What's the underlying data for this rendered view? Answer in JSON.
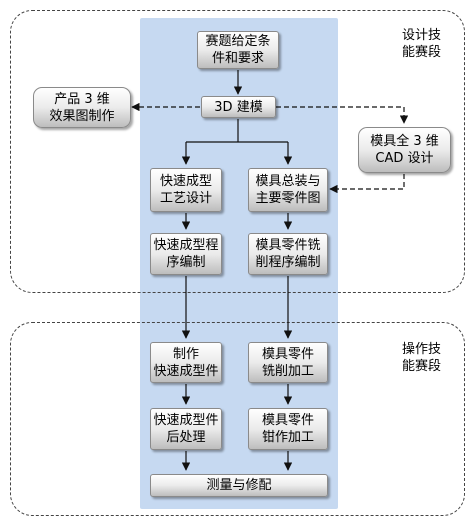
{
  "sections": {
    "design_label": "设计技\n能赛段",
    "operation_label": "操作技\n能赛段"
  },
  "nodes": {
    "given_conditions": "赛题给定条\n件和要求",
    "modeling_3d": "3D 建模",
    "product_rendering": "产品 3 维\n效果图制作",
    "mold_cad": "模具全 3 维\nCAD 设计",
    "rp_process_design": "快速成型\n工艺设计",
    "mold_assembly_drawing": "模具总装与\n主要零件图",
    "rp_programming": "快速成型程\n序编制",
    "mold_milling_programming": "模具零件铣\n削程序编制",
    "make_rp_part": "制作\n快速成型件",
    "mold_milling": "模具零件\n铣削加工",
    "rp_postprocess": "快速成型件\n后处理",
    "mold_bench_work": "模具零件\n钳作加工",
    "measure_fit": "测量与修配"
  },
  "colors": {
    "lane": "#c6d9f1",
    "border": "#444444"
  }
}
